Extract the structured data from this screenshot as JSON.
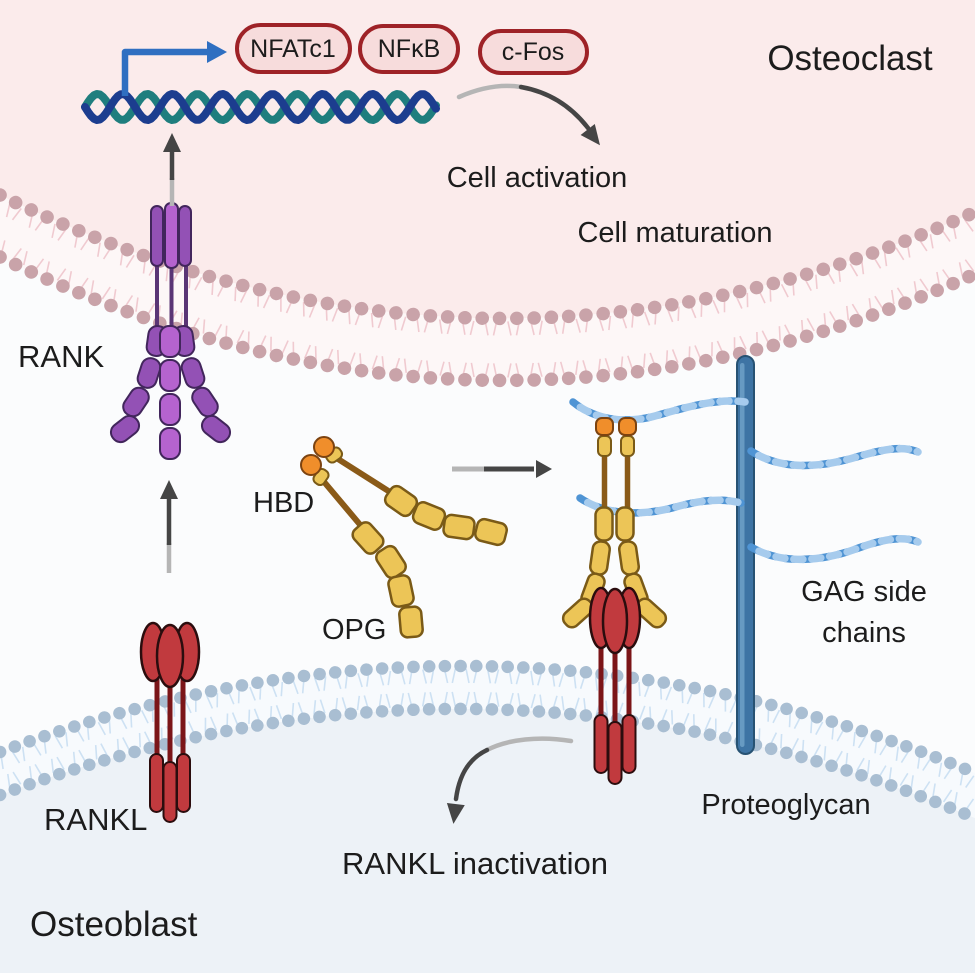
{
  "cells": {
    "osteoclast_label": "Osteoclast",
    "osteoblast_label": "Osteoblast"
  },
  "transcription_factors": [
    {
      "label": "NFATc1"
    },
    {
      "label": "NFκB"
    },
    {
      "label": "c-Fos"
    }
  ],
  "annotations": {
    "cell_activation": "Cell activation",
    "cell_maturation": "Cell maturation",
    "rankl_inactivation": "RANKL inactivation"
  },
  "labels": {
    "rank": "RANK",
    "rankl": "RANKL",
    "hbd": "HBD",
    "opg": "OPG",
    "gag_line1": "GAG side",
    "gag_line2": "chains",
    "proteoglycan": "Proteoglycan"
  },
  "colors": {
    "osteoclast_bg": "#fbebeb",
    "extracellular_bg": "#fbfcfd",
    "osteoblast_bg": "#edf2f7",
    "osteoclast_membrane_bead": "#c9a3a9",
    "osteoblast_membrane_bead": "#a9bed2",
    "rank_purple": "#9351b5",
    "rank_purple_light": "#b563cf",
    "rankl_red": "#c13a3e",
    "rankl_stalk_dark_red": "#7b1518",
    "opg_yellow": "#ecc557",
    "opg_stalk_brown": "#8a5a18",
    "hbd_orange": "#f08e2b",
    "proteoglycan_blue": "#3e74a4",
    "gag_blue": "#4f94d4",
    "gag_blue_light": "#a6cbed",
    "dna_navy": "#1c3d8f",
    "dna_teal": "#1f7e7e",
    "promoter_arrow_blue": "#2f6fc1",
    "tf_pill_fill": "#f7dcdc",
    "tf_pill_border": "#9e2227",
    "arrow_gray": "#454545"
  }
}
